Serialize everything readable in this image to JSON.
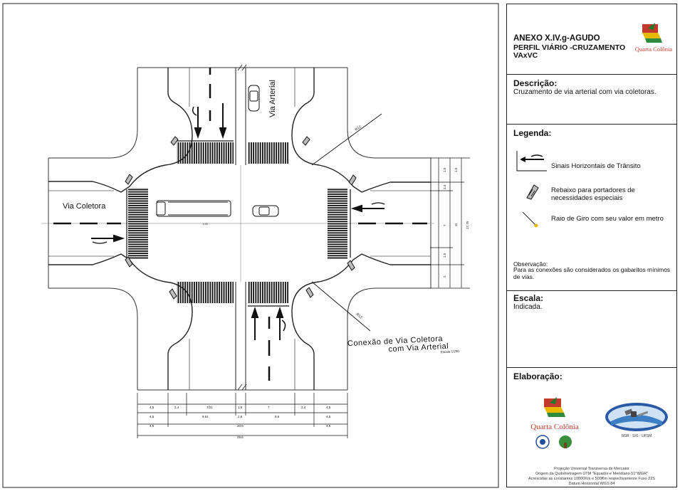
{
  "header": {
    "title": "ANEXO X.IV.g-AGUDO",
    "subtitle": "PERFIL VIÁRIO -CRUZAMENTO",
    "code": "VAxVC",
    "logo_text": "Quarta Colônia"
  },
  "descricao": {
    "title": "Descrição:",
    "text": "Cruzamento de via arterial com via coletoras."
  },
  "legenda": {
    "title": "Legenda:",
    "items": [
      {
        "label": "Sinais Horizontais de Trânsito"
      },
      {
        "label": "Rebaixo para portadores de necessidades especiais"
      },
      {
        "label": "Raio de Giro com seu valor em metro"
      }
    ],
    "obs_title": "Observação:",
    "obs_text": "Para as conexões são considerados os gabaritos mínimos de vias."
  },
  "escala": {
    "title": "Escala:",
    "text": "Indicada."
  },
  "elaboracao": {
    "title": "Elaboração:",
    "logo_text": "Quarta Colônia",
    "satellite_caption": "SGR · SIG · UFSM"
  },
  "footer": {
    "lines": [
      "Projeção Universal Transversa de Mercator",
      "Origem da Quilometragem UTM \"Equador e Meridiano 51°WGR\"",
      "Acrescidas as constantes 10000Km e 500Km respectivamente Fuso 22S",
      "Datum Horizontal WGS 84"
    ]
  },
  "drawing": {
    "label_arterial": "Via Arterial",
    "label_coletora": "Via Coletora",
    "caption_line1": "Conexão de Via Coletora",
    "caption_line2": "com Via Arterial",
    "caption_scale": "Escala 1/250",
    "radius_label": "R12",
    "vehicle_dim": "1,00",
    "dims_row1": [
      "4,5",
      "2,4",
      "7/21",
      "1,5",
      "7",
      "2,4",
      "4,5"
    ],
    "dims_row2": [
      "4,5",
      "9,61",
      "1,5",
      "9,6",
      "4,5"
    ],
    "dims_row3": [
      "4,5",
      "20,6",
      "4,5"
    ],
    "dims_row4": [
      "29,6"
    ],
    "dims_right_a": [
      "1,5",
      "2,4",
      "7",
      "1,5",
      "2"
    ],
    "dims_right_b": [
      "1,5",
      "11"
    ],
    "dims_right_c": [
      "17,75"
    ]
  }
}
